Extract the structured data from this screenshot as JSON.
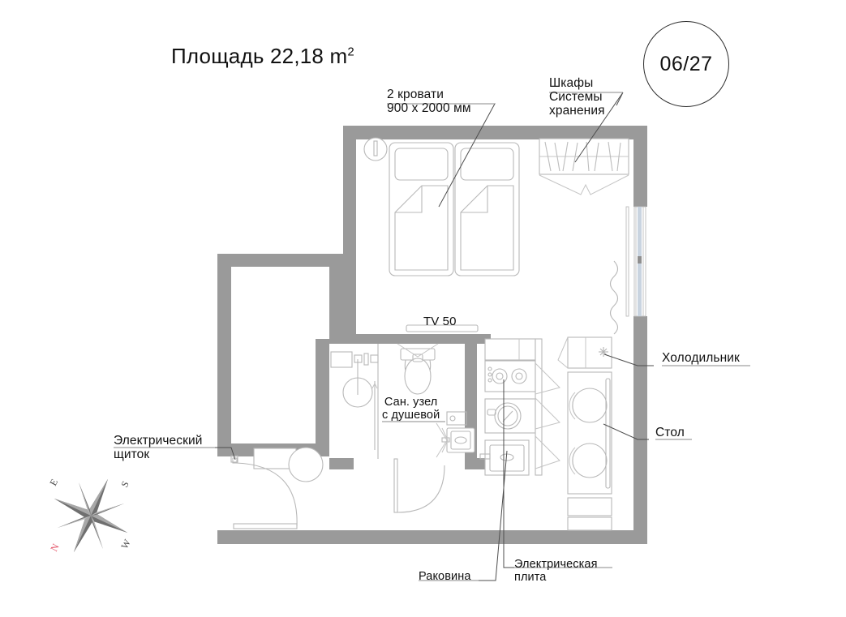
{
  "header": {
    "area_title": "Площадь 22,18 ",
    "area_unit": "m",
    "area_unit_sup": "2",
    "plan_badge": "06/27"
  },
  "annotations": {
    "beds": "2 кровати\n900 x 2000 мм",
    "wardrobe": "Шкафы\nСистемы\nхранения",
    "fridge": "Холодильник",
    "table": "Стол",
    "electrical_panel": "Электрический\nщиток",
    "sink": "Раковина",
    "stove": "Электрическая\nплита",
    "tv": "TV 50",
    "bathroom": "Сан. узел\nс душевой"
  },
  "compass": {
    "north": "N",
    "east": "E",
    "south": "S",
    "west": "W",
    "north_color": "#e4576b"
  },
  "colors": {
    "wall": "#9a9a9a",
    "furniture_line": "#b4b4b4",
    "text": "#111111",
    "leader_line": "#4d4d4d",
    "background": "#ffffff"
  },
  "rooms": [
    {
      "name": "bedroom-living"
    },
    {
      "name": "bathroom-with-shower"
    },
    {
      "name": "kitchen"
    },
    {
      "name": "hallway"
    },
    {
      "name": "balcony"
    }
  ],
  "fixtures": [
    {
      "name": "bed-left"
    },
    {
      "name": "bed-right"
    },
    {
      "name": "nightstand-lamp"
    },
    {
      "name": "wardrobe"
    },
    {
      "name": "tv-unit"
    },
    {
      "name": "shower"
    },
    {
      "name": "toilet"
    },
    {
      "name": "bathroom-sink"
    },
    {
      "name": "kitchen-stove"
    },
    {
      "name": "washing-machine"
    },
    {
      "name": "kitchen-sink"
    },
    {
      "name": "refrigerator"
    },
    {
      "name": "dining-table"
    },
    {
      "name": "chair-upper"
    },
    {
      "name": "chair-lower"
    },
    {
      "name": "entrance-door"
    },
    {
      "name": "bathroom-door"
    },
    {
      "name": "balcony-door"
    },
    {
      "name": "curtain"
    },
    {
      "name": "shoe-cabinet"
    },
    {
      "name": "round-pouf"
    }
  ]
}
